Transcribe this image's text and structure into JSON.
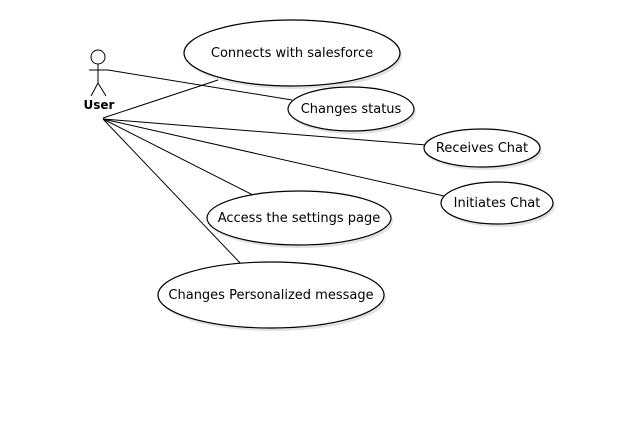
{
  "actor": {
    "label": "User"
  },
  "use_cases": [
    {
      "id": "connects",
      "label": "Connects with salesforce"
    },
    {
      "id": "changes-status",
      "label": "Changes status"
    },
    {
      "id": "receives-chat",
      "label": "Receives Chat"
    },
    {
      "id": "initiates-chat",
      "label": "Initiates Chat"
    },
    {
      "id": "settings-page",
      "label": "Access the settings page"
    },
    {
      "id": "personalized-message",
      "label": "Changes Personalized message"
    }
  ]
}
